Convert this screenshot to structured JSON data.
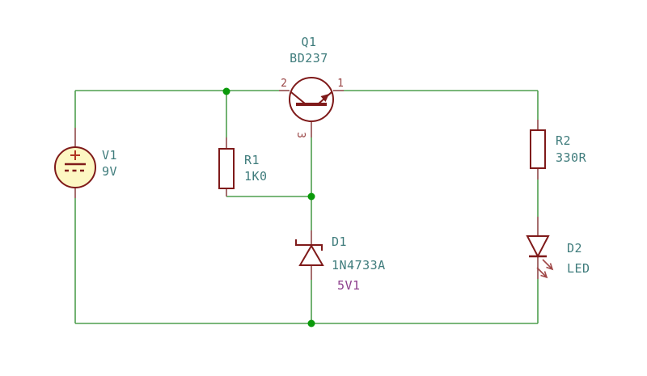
{
  "colors": {
    "wire": "#4f9f4f",
    "junction": "#0a9a0a",
    "symbol": "#7f1a1a",
    "lead": "#8f4a4a",
    "text": "#3f7c7c",
    "value-special": "#8d3f8d",
    "pin-number": "#994444",
    "source-fill": "#fdf7c3",
    "bg": "#ffffff"
  },
  "components": {
    "q1": {
      "ref": "Q1",
      "value": "BD237",
      "pin_collector": "2",
      "pin_emitter": "1",
      "pin_base": "3"
    },
    "v1": {
      "ref": "V1",
      "value": "9V"
    },
    "r1": {
      "ref": "R1",
      "value": "1K0"
    },
    "r2": {
      "ref": "R2",
      "value": "330R"
    },
    "d1": {
      "ref": "D1",
      "value": "1N4733A",
      "zener_voltage": "5V1"
    },
    "d2": {
      "ref": "D2",
      "value": "LED"
    }
  }
}
